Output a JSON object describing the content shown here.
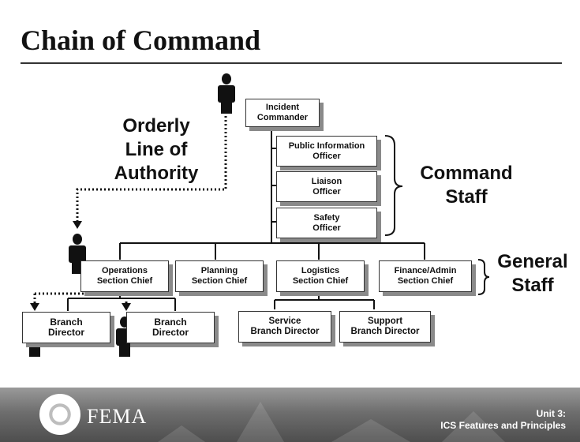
{
  "slide": {
    "title": "Chain of Command"
  },
  "labels": {
    "orderly": [
      "Orderly",
      "Line of",
      "Authority"
    ],
    "command_staff": [
      "Command",
      "Staff"
    ],
    "general_staff": [
      "General",
      "Staff"
    ]
  },
  "boxes": {
    "incident_commander": [
      "Incident",
      "Commander"
    ],
    "public_information_officer": [
      "Public Information",
      "Officer"
    ],
    "liaison_officer": [
      "Liaison",
      "Officer"
    ],
    "safety_officer": [
      "Safety",
      "Officer"
    ],
    "operations_section_chief": [
      "Operations",
      "Section Chief"
    ],
    "planning_section_chief": [
      "Planning",
      "Section Chief"
    ],
    "logistics_section_chief": [
      "Logistics",
      "Section Chief"
    ],
    "finance_admin_section_chief": [
      "Finance/Admin",
      "Section Chief"
    ],
    "branch_director_1": [
      "Branch",
      "Director"
    ],
    "branch_director_2": [
      "Branch",
      "Director"
    ],
    "service_branch_director": [
      "Service",
      "Branch Director"
    ],
    "support_branch_director": [
      "Support",
      "Branch Director"
    ]
  },
  "footer": {
    "logo_text": "FEMA",
    "unit": "Unit 3:",
    "course": "ICS Features and Principles"
  },
  "colors": {
    "box_shadow": "#8a8a8a",
    "footer": "#6e6e6e",
    "figure": "#111111"
  },
  "icons": [
    "person-icon",
    "dhs-seal-icon"
  ]
}
